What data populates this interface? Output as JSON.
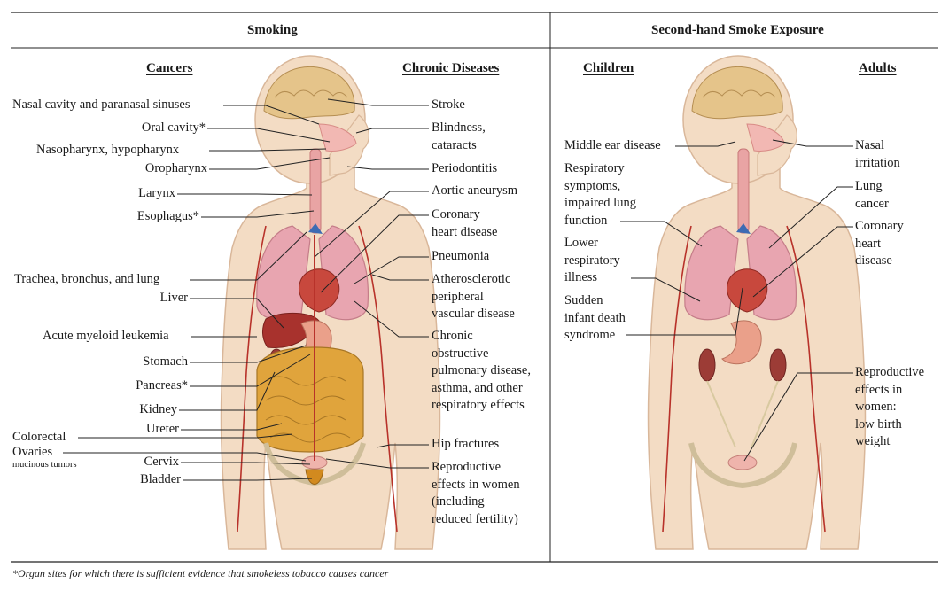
{
  "headers": {
    "smoking": "Smoking",
    "secondhand": "Second-hand Smoke Exposure",
    "cancers": "Cancers",
    "chronic": "Chronic Diseases",
    "children": "Children",
    "adults": "Adults"
  },
  "cancer_labels": [
    "Nasal cavity and paranasal sinuses",
    "Oral cavity*",
    "Nasopharynx, hypopharynx",
    "Oropharynx",
    "Larynx",
    "Esophagus*",
    "Trachea, bronchus, and lung",
    "Liver",
    "Acute myeloid leukemia",
    "Stomach",
    "Pancreas*",
    "Kidney",
    "Ureter",
    "Colorectal",
    "Ovaries",
    "Cervix",
    "Bladder"
  ],
  "ovaries_note": "mucinous tumors",
  "chronic_labels": [
    "Stroke",
    "Blindness,\ncataracts",
    "Periodontitis",
    "Aortic aneurysm",
    "Coronary\nheart disease",
    "Pneumonia",
    "Atherosclerotic\nperipheral\nvascular disease",
    "Chronic\nobstructive\npulmonary disease,\nasthma, and other\nrespiratory effects",
    "Hip fractures",
    "Reproductive\neffects in women\n(including\nreduced fertility)"
  ],
  "children_labels": [
    "Middle ear disease",
    "Respiratory\nsymptoms,\nimpaired lung\nfunction",
    "Lower\nrespiratory\nillness",
    "Sudden\ninfant death\nsyndrome"
  ],
  "adult_labels": [
    "Nasal\nirritation",
    "Lung\ncancer",
    "Coronary\nheart\ndisease",
    "Reproductive\neffects in\nwomen:\nlow birth\nweight"
  ],
  "footnote": "*Organ sites for which there is sufficient evidence that smokeless tobacco causes cancer",
  "colors": {
    "skin": "#f3dcc4",
    "skin_edge": "#d9b79a",
    "lung": "#e8a5b0",
    "heart": "#c8483d",
    "liver": "#a8322d",
    "stomach": "#eaa08a",
    "intestine": "#e0a43c",
    "brain": "#e5c48a",
    "bone": "#eadbb8",
    "vessel": "#b8322a"
  }
}
